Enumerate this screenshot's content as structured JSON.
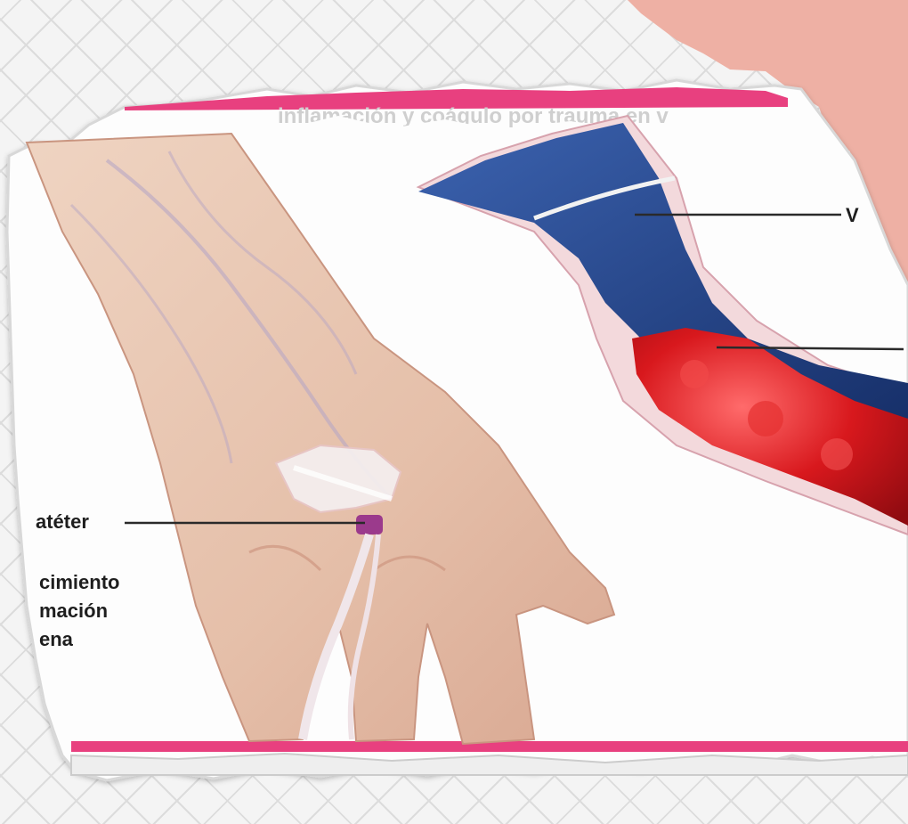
{
  "header": {
    "title_fragment": "inflamación y coágulo por trauma en v"
  },
  "labels": {
    "catheter": "atéter",
    "condition_line1": "cimiento",
    "condition_line2": "mación",
    "condition_line3": "ena",
    "vein_label_partial": "V"
  },
  "colors": {
    "accent_pink": "#e8407f",
    "torn_paper": "#ffffff",
    "background_salmon": "#eeb0a4",
    "vein_blue": "#2b4f96",
    "clot_red": "#c8141a",
    "skin": "#e7c3ad"
  },
  "icons": {
    "catheter_tape": "catheter-tape-icon",
    "iv_tube": "iv-tube-icon"
  }
}
